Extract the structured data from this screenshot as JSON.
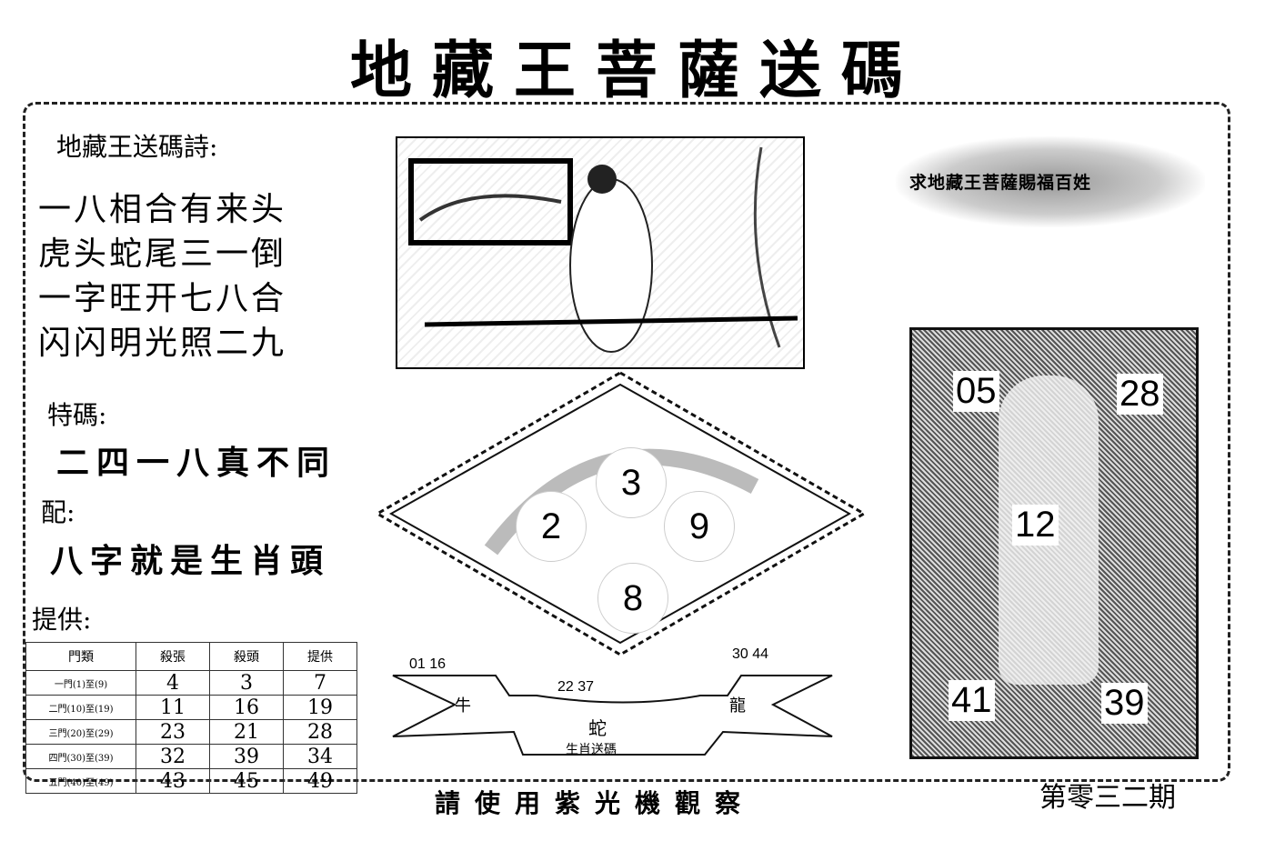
{
  "title": "地藏王菩薩送碼",
  "poem": {
    "heading": "地藏王送碼詩:",
    "lines": [
      "一八相合有来头",
      "虎头蛇尾三一倒",
      "一字旺开七八合",
      "闪闪明光照二九"
    ]
  },
  "special": {
    "label": "特碼:",
    "text": "二四一八真不同"
  },
  "match": {
    "label": "配:",
    "text": "八字就是生肖頭"
  },
  "provide_label": "提供:",
  "table": {
    "headers": [
      "門類",
      "殺張",
      "殺頭",
      "提供"
    ],
    "rows": [
      [
        "一門(1)至(9)",
        "4",
        "3",
        "7"
      ],
      [
        "二門(10)至(19)",
        "11",
        "16",
        "19"
      ],
      [
        "三門(20)至(29)",
        "23",
        "21",
        "28"
      ],
      [
        "四門(30)至(39)",
        "32",
        "39",
        "34"
      ],
      [
        "五門(40)至(49)",
        "43",
        "45",
        "49"
      ]
    ]
  },
  "diamond_numbers": [
    "3",
    "2",
    "9",
    "8"
  ],
  "banner": {
    "left_nums": "01 16",
    "left_zodiac": "牛",
    "center_nums": "22 37",
    "center_zodiac": "蛇",
    "right_nums": "30 44",
    "right_zodiac": "龍",
    "caption": "生肖送碼"
  },
  "top_right_banner": "求地藏王菩薩賜福百姓",
  "right_panel": {
    "numbers": [
      "05",
      "28",
      "12",
      "41",
      "39"
    ]
  },
  "footer": "請使用紫光機觀察",
  "issue": "第零三二期"
}
